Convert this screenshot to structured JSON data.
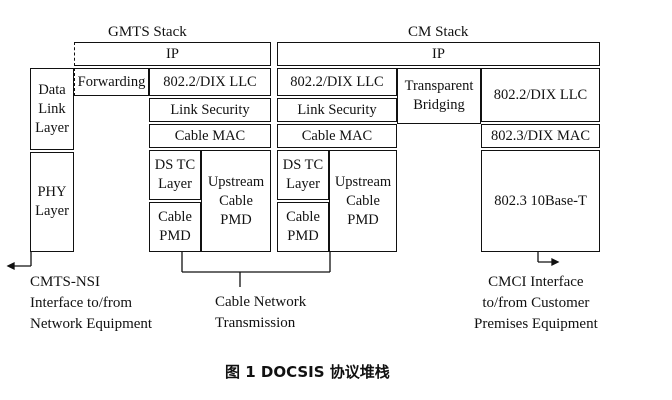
{
  "diagram": {
    "cmts": {
      "title": "GMTS Stack",
      "ip": "IP",
      "data_link_layer": "Data\nLink\nLayer",
      "phy_layer": "PHY\nLayer",
      "forwarding": "Forwarding",
      "llc": "802.2/DIX LLC",
      "link_security": "Link Security",
      "cable_mac": "Cable MAC",
      "ds_tc_layer": "DS TC\nLayer",
      "upstream_cable_pmd": "Upstream\nCable\nPMD",
      "cable_pmd": "Cable\nPMD",
      "nsi_label": "CMTS-NSI\nInterface to/from\nNetwork Equipment"
    },
    "cm": {
      "title": "CM Stack",
      "ip": "IP",
      "llc_left": "802.2/DIX LLC",
      "transparent_bridging": "Transparent\nBridging",
      "llc_right": "802.2/DIX LLC",
      "link_security": "Link Security",
      "cable_mac": "Cable MAC",
      "dix_mac": "802.3/DIX MAC",
      "ds_tc_layer": "DS TC\nLayer",
      "upstream_cable_pmd": "Upstream\nCable\nPMD",
      "cable_pmd": "Cable\nPMD",
      "base_t": "802.3  10Base-T",
      "cmci_label": "CMCI Interface\nto/from Customer\nPremises Equipment"
    },
    "cable_network_label": "Cable Network\nTransmission",
    "caption": "图 1   DOCSIS 协议堆栈"
  }
}
